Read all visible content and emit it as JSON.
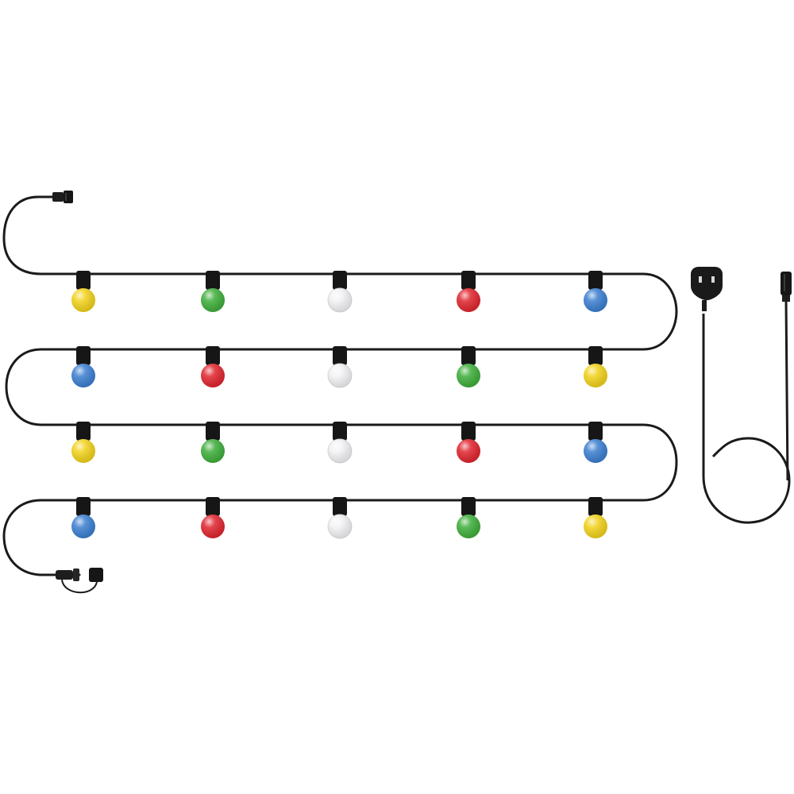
{
  "scene": {
    "subject": "festoon-light-string",
    "background": "#ffffff",
    "cable_color": "#1b1b1b",
    "socket_color": "#161616"
  },
  "bulb_colors": {
    "yellow": "#f2d21c",
    "green": "#3fae3b",
    "white": "#f3f3f5",
    "red": "#e0262f",
    "blue": "#3c7fd0"
  },
  "bulb_rows": [
    [
      "yellow",
      "green",
      "white",
      "red",
      "blue"
    ],
    [
      "blue",
      "red",
      "white",
      "green",
      "yellow"
    ],
    [
      "yellow",
      "green",
      "white",
      "red",
      "blue"
    ],
    [
      "blue",
      "red",
      "white",
      "green",
      "yellow"
    ]
  ],
  "accessories": {
    "plug": "uk-mains-plug",
    "connector_in": "string-input-connector",
    "connector_out": "string-end-connector-with-cap",
    "power_lead_connector": "power-lead-connector"
  }
}
